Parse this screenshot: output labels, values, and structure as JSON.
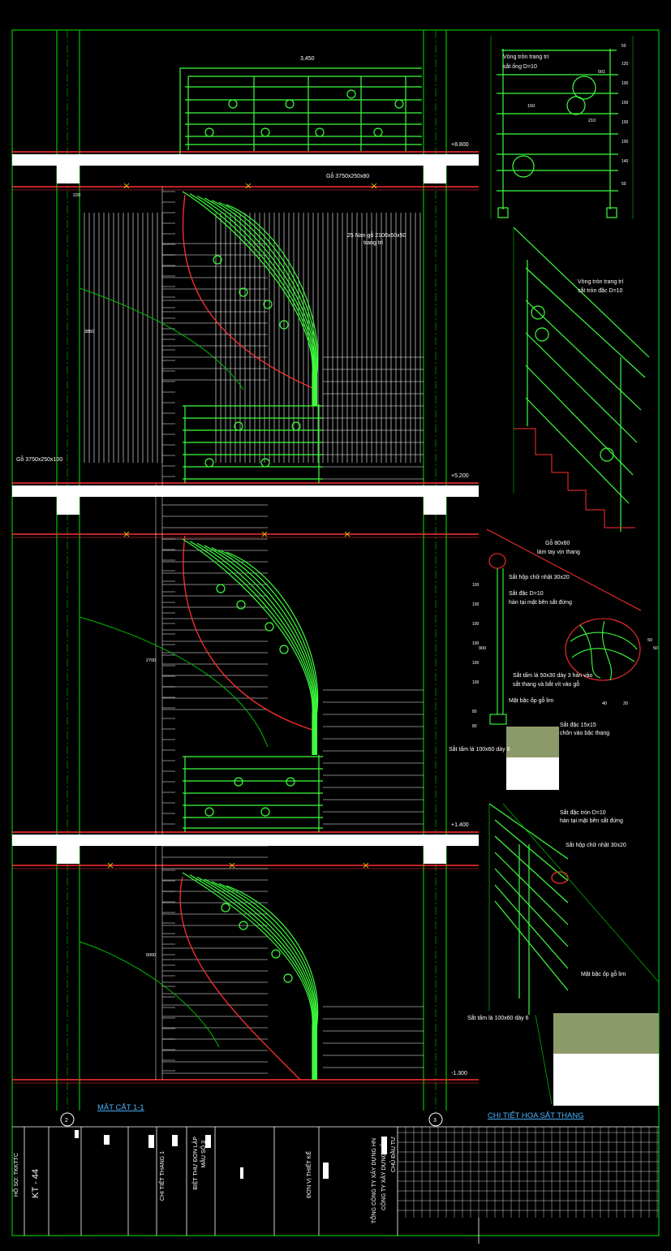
{
  "elevations": {
    "e1": "+8.800",
    "e2": "+5.200",
    "e3": "+1.400",
    "e4": "-1.300"
  },
  "section": {
    "title": "MẶT CẮT 1-1",
    "axis_left": "2",
    "axis_right": "3",
    "beam_top": "Gỗ 3750x250x80",
    "post_note": "25 Nan gỗ 2100x60x50",
    "post_note2": "trang trí",
    "beam_left": "Gỗ 3750x250x100",
    "top_dim": "3,450",
    "dim_left": "3850",
    "dim_mid": "2700",
    "dim_v1": "220",
    "dim_v2": "5000"
  },
  "details": {
    "title": "CHI TIẾT HOA SẮT THANG",
    "d1_l1": "Vòng tròn trang trí",
    "d1_l2": "sắt ống D=10",
    "d1_dims": [
      "50",
      "120",
      "100",
      "100",
      "100",
      "100",
      "140",
      "50"
    ],
    "d1_dim_a": "150",
    "d1_dim_b": "210",
    "d1_dim_c": "001",
    "d2_l1": "Vòng tròn trang trí",
    "d2_l2": "sắt tròn đặc D=10",
    "d3_wood": "Gỗ 80x60",
    "d3_wood2": "làm tay vịn thang",
    "d3_rect": "Sắt hộp chữ nhật 30x20",
    "d3_rod": "Sắt đặc D=10",
    "d3_rod2": "hàn tại mặt bên sắt đứng",
    "d3_plate": "Sắt tấm lá 50x30 dày 3 hàn vào",
    "d3_plate2": "sắt thang và bắt vít vào gỗ",
    "d3_tread": "Mặt bậc ốp gỗ lim",
    "d3_sq": "Sắt đặc 15x15",
    "d3_sq2": "chôn vào bậc thang",
    "d3_base": "Sắt tấm lá 100x60 dày 6",
    "d3_h": "900",
    "d3_dims": [
      "100",
      "100",
      "100",
      "100",
      "100",
      "100",
      "80",
      "80"
    ],
    "d3_ov1": "50",
    "d3_ov2": "50",
    "d3_ov3": "40",
    "d3_ov4": "20",
    "d4_rod": "Sắt đặc tròn D=10",
    "d4_rod2": "hàn tại mặt bên sắt đứng",
    "d4_rect": "Sắt hộp chữ nhật 30x20",
    "d4_tread": "Mặt bậc ốp gỗ lim",
    "d4_base": "Sắt tấm lá 100x60 dày 6"
  },
  "title_block": {
    "sheet_label": "HỒ SƠ: TKKTTC",
    "sheet_no": "KT - 44",
    "project": "BIỆT THỰ ĐƠN LẬP",
    "project2": "MẪU SỐ 3",
    "drawing": "CHI TIẾT THANG 1",
    "design_unit": "ĐƠN VỊ THIẾT KẾ",
    "company": "TỔNG CÔNG TY XÂY DỰNG HN",
    "company2": "CÔNG TY XÂY DỰNG SỐ 1",
    "owner": "CHỦ ĐẦU TƯ"
  },
  "colors": {
    "frame": "#00c000",
    "rail": "#3cff3c",
    "red": "#ff3030",
    "white": "#ffffff",
    "slab": "#ff3030"
  }
}
